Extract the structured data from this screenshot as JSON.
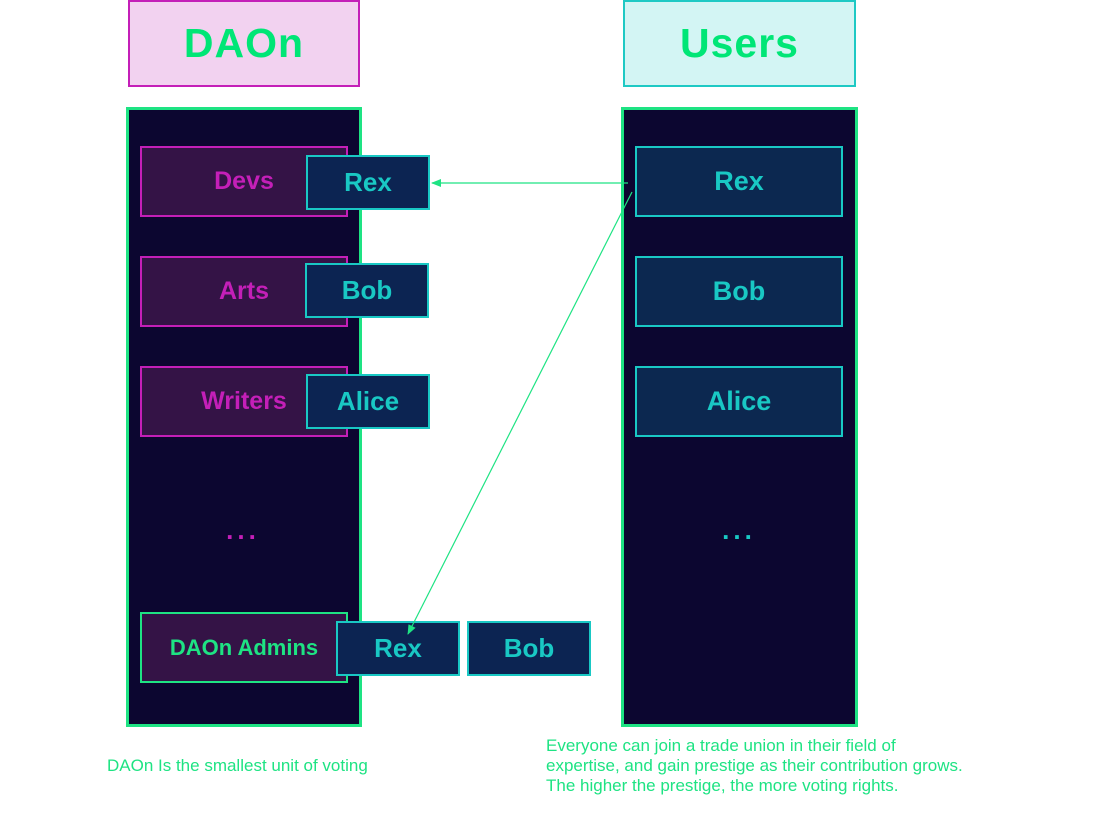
{
  "daon": {
    "title": "DAOn",
    "groups": [
      {
        "label": "Devs",
        "member": "Rex"
      },
      {
        "label": "Arts",
        "member": "Bob"
      },
      {
        "label": "Writers",
        "member": "Alice"
      }
    ],
    "ellipsis": "...",
    "admins": {
      "label": "DAOn Admins",
      "members": [
        "Rex",
        "Bob"
      ]
    },
    "caption": "DAOn Is the smallest unit of voting"
  },
  "users": {
    "title": "Users",
    "items": [
      "Rex",
      "Bob",
      "Alice"
    ],
    "ellipsis": "...",
    "caption": "Everyone can join a trade union in their field of expertise, and gain prestige as their contribution grows. The higher the prestige, the more voting rights."
  },
  "colors": {
    "accent_green": "#1ee383",
    "magenta": "#c41fb8",
    "cyan": "#19c8c4",
    "column_bg": "#0c0630"
  }
}
